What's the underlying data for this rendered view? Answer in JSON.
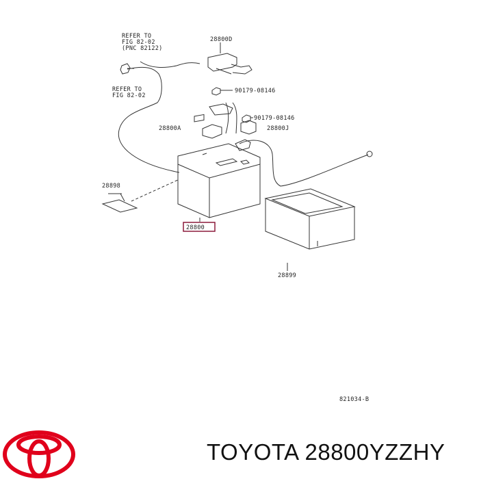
{
  "diagram": {
    "refer_top": [
      "REFER TO",
      "FIG 82-02",
      "(PNC 82122)"
    ],
    "refer_left": [
      "REFER TO",
      "FIG 82-02"
    ],
    "labels": {
      "clamp_top": "28800D",
      "bolt_1": "90179-08146",
      "bolt_2": "90179-08146",
      "terminal_a": "28800A",
      "terminal_j": "28800J",
      "insulator": "28898",
      "battery": "28800",
      "tray": "28899"
    },
    "figure_code": "821034-B"
  },
  "footer": {
    "brand": "TOYOTA",
    "part_number": "28800YZZHY",
    "logo_color": "#e0001b"
  }
}
